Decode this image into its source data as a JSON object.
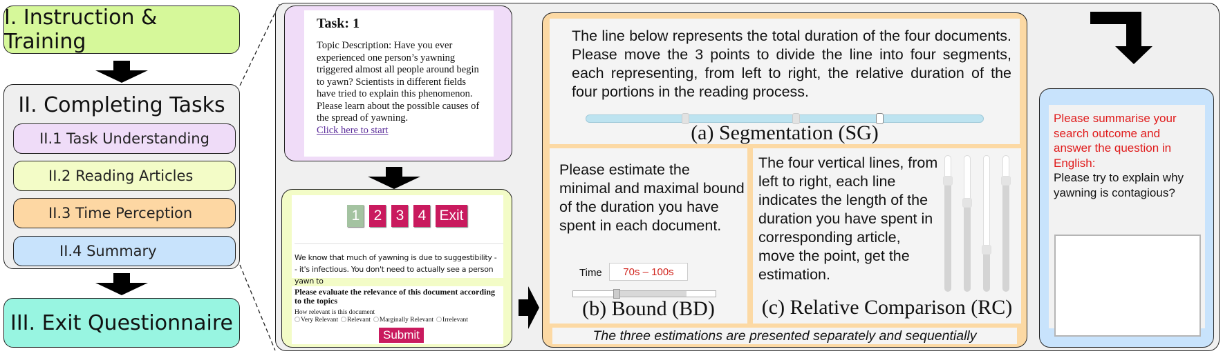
{
  "flow": {
    "stage1": "I. Instruction & Training",
    "stage2": {
      "title": "II. Completing Tasks",
      "substeps": [
        {
          "label": "II.1 Task Understanding",
          "color": "#efdcf8"
        },
        {
          "label": "II.2 Reading Articles",
          "color": "#f3fcc7"
        },
        {
          "label": "II.3 Time Perception",
          "color": "#fdd7a3"
        },
        {
          "label": "II.4 Summary",
          "color": "#c8e3fc"
        }
      ]
    },
    "stage3": "III. Exit Questionnaire"
  },
  "task": {
    "title": "Task: 1",
    "description": "Topic Description: Have you ever experienced one person’s yawning triggered almost all people around begin to yawn? Scientists in different fields have tried to explain this phenomenon. Please learn about the possible causes of the spread of yawning.",
    "link": "Click here to start"
  },
  "reading": {
    "pages": [
      "1",
      "2",
      "3",
      "4"
    ],
    "active_page": "1",
    "exit_label": "Exit",
    "article_excerpt": "We know that much of yawning is due to suggestibility -- it's infectious. You don't need to actually see a person yawn to",
    "eval_title": "Please evaluate the relevance of this document according to the topics",
    "eval_question": "How relevant is this document",
    "options": [
      "Very Relevant",
      "Relevant",
      "Marginally Relevant",
      "Irrelevant"
    ],
    "submit_label": "Submit",
    "accent_color": "#c91a5e"
  },
  "time_perception": {
    "segmentation": {
      "instruction": "The line below represents the total duration of the four documents. Please move the 3 points to divide the line into four segments, each representing, from left to right, the relative duration of the four portions in the reading process.",
      "handle_positions_pct": [
        24,
        52,
        73
      ],
      "caption": "(a) Segmentation (SG)"
    },
    "bound": {
      "instruction": "Please estimate the minimal and maximal bound of the duration you have spent in each document.",
      "time_label": "Time",
      "time_value": "70s – 100s",
      "caption": "(b) Bound (BD)"
    },
    "relative": {
      "instruction": "The four vertical lines, from left to right, each line indicates the length of the duration you have spent in corresponding article, move the point, get the estimation.",
      "slider_fill_pct": [
        84,
        68,
        32,
        84
      ],
      "caption": "(c) Relative Comparison (RC)"
    },
    "footer": "The three estimations are presented separately and sequentially"
  },
  "summary": {
    "prompt": "Please summarise your search outcome and answer the question in English:",
    "question": "Please try to explain why yawning is contagious?",
    "answer_value": ""
  }
}
